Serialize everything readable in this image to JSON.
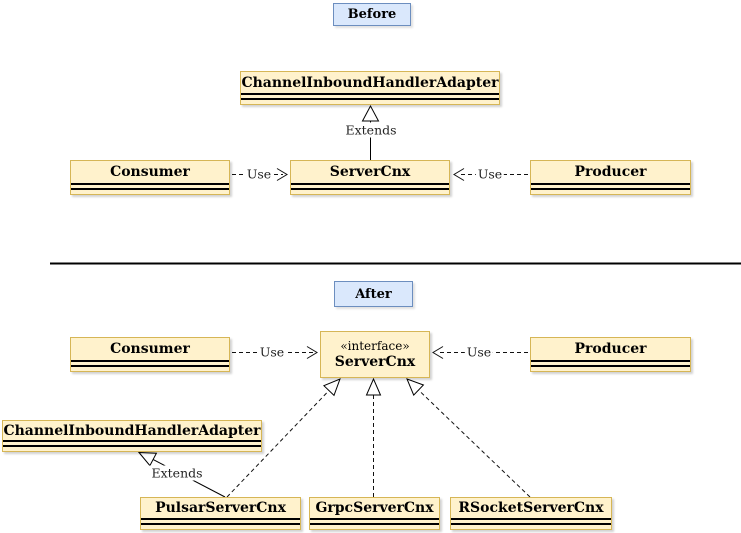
{
  "colors": {
    "class_fill": "#FFF2CC",
    "class_border": "#D6B656",
    "section_label_fill": "#DAE8FC",
    "section_label_border": "#6C8EBF",
    "line_color": "#000000"
  },
  "before": {
    "section_label": "Before",
    "classes": {
      "channel_inbound_handler_adapter": "ChannelInboundHandlerAdapter",
      "consumer": "Consumer",
      "server_cnx": "ServerCnx",
      "producer": "Producer"
    },
    "edge_labels": {
      "extends": "Extends",
      "use_consumer": "Use",
      "use_producer": "Use"
    }
  },
  "after": {
    "section_label": "After",
    "classes": {
      "consumer": "Consumer",
      "server_cnx_stereotype": "«interface»",
      "server_cnx": "ServerCnx",
      "producer": "Producer",
      "channel_inbound_handler_adapter": "ChannelInboundHandlerAdapter",
      "pulsar_server_cnx": "PulsarServerCnx",
      "grpc_server_cnx": "GrpcServerCnx",
      "rsocket_server_cnx": "RSocketServerCnx"
    },
    "edge_labels": {
      "extends": "Extends",
      "use_consumer": "Use",
      "use_producer": "Use"
    }
  }
}
